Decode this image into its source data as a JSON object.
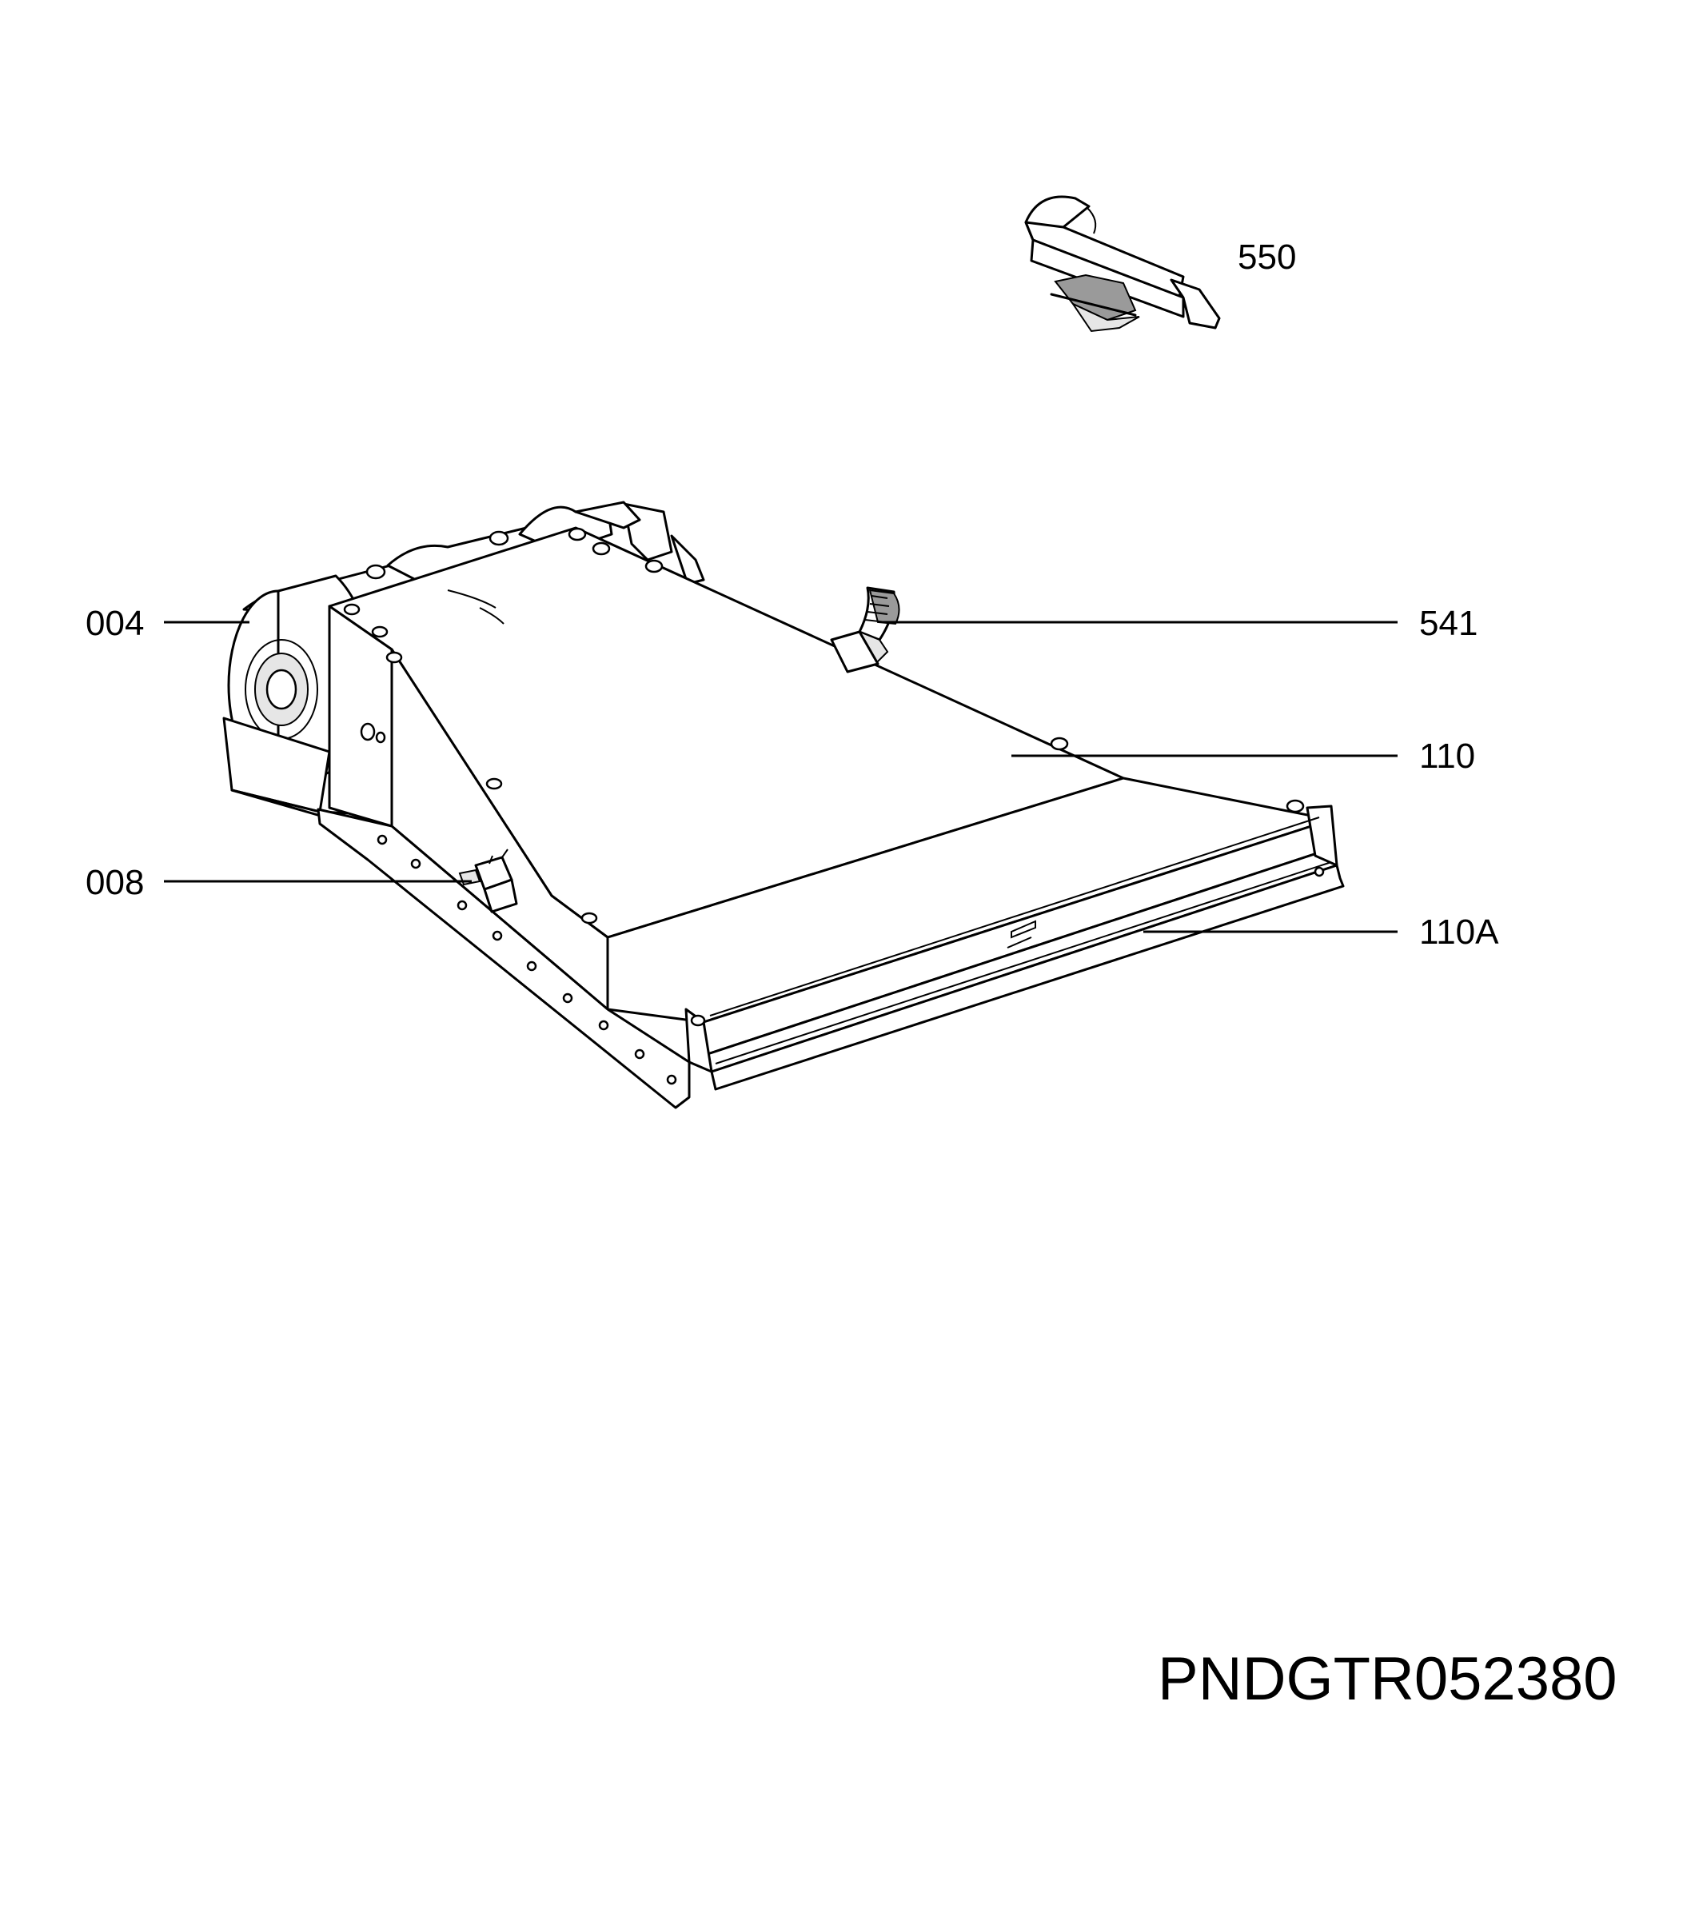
{
  "callouts": [
    {
      "id": "550",
      "label": "550"
    },
    {
      "id": "004",
      "label": "004"
    },
    {
      "id": "541",
      "label": "541"
    },
    {
      "id": "110",
      "label": "110"
    },
    {
      "id": "008",
      "label": "008"
    },
    {
      "id": "110A",
      "label": "110A"
    }
  ],
  "document_code": "PNDGTR052380"
}
